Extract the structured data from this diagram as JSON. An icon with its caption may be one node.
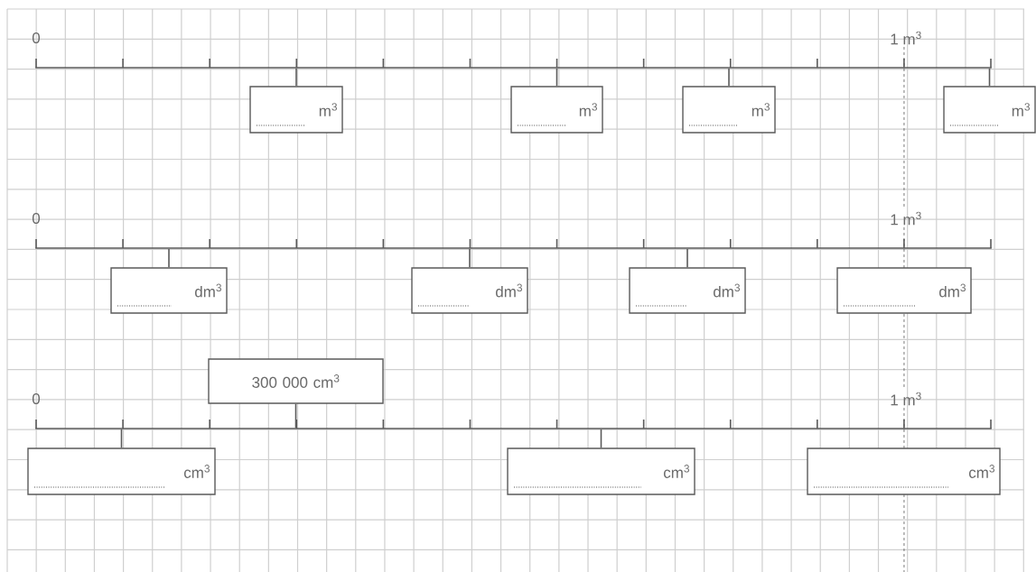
{
  "diagram": {
    "nodes": [
      {
        "text": [],
        "shape": "line"
      },
      {
        "text": [
          "m$^{3}$"
        ]
      },
      {
        "text": [
          "m$^{3}$"
        ]
      },
      {
        "text": [
          "m$^{3}$"
        ]
      },
      {
        "text": [
          "m$^{3}$"
        ]
      },
      {
        "text": [],
        "shape": "line"
      },
      {
        "text": [
          "dm$^{3}$"
        ]
      },
      {
        "text": [
          "dm$^{3}$"
        ]
      },
      {
        "text": [
          "dm$^{3}$"
        ]
      },
      {
        "text": [
          "dm$^{3}$"
        ]
      },
      {
        "text": [],
        "shape": "line"
      },
      {
        "text": [
          "300 000 cm$^{3}$"
        ]
      },
      {
        "text": [
          "cm$^{3}$"
        ]
      },
      {
        "text": [
          "cm$^{3}$"
        ]
      },
      {
        "text": [
          "cm$^{3}$"
        ]
      }
    ],
    "edges": [
      {
        "from": 0,
        "to": 1,
        "arrow": "none"
      },
      {
        "from": 0,
        "to": 2,
        "arrow": "none"
      },
      {
        "from": 0,
        "to": 3,
        "arrow": "none"
      },
      {
        "from": 0,
        "to": 4,
        "arrow": "none"
      },
      {
        "from": 5,
        "to": 6,
        "arrow": "none"
      },
      {
        "from": 5,
        "to": 7,
        "arrow": "none"
      },
      {
        "from": 5,
        "to": 8,
        "arrow": "none"
      },
      {
        "from": 10,
        "to": 11,
        "arrow": "none"
      },
      {
        "from": 10,
        "to": 12,
        "arrow": "none"
      },
      {
        "from": 10,
        "to": 13,
        "arrow": "none"
      }
    ],
    "labels": [
      "0",
      "1 m$^{3}$",
      "0",
      "1 m$^{3}$",
      "0",
      "1 m$^{3}$"
    ]
  }
}
